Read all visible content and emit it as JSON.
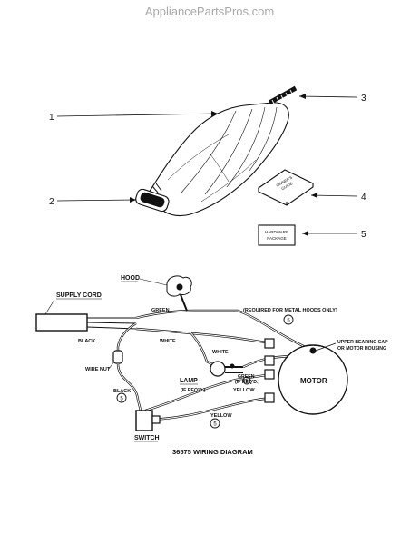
{
  "watermark": "AppliancePartsPros.com",
  "parts_diagram": {
    "callouts": [
      "1",
      "2",
      "3",
      "4",
      "5"
    ],
    "owners_guide_label": [
      "OWNER'S",
      "GUIDE"
    ],
    "hardware_package_label": [
      "HARDWARE",
      "PACKAGE"
    ]
  },
  "wiring_diagram": {
    "title": "36575 WIRING DIAGRAM",
    "labels": {
      "hood": "HOOD",
      "supply_cord": "SUPPLY CORD",
      "green": "GREEN",
      "required_note": "(REQUIRED FOR METAL HOODS ONLY)",
      "black": "BLACK",
      "white": "WHITE",
      "wire_nut": "WIRE NUT",
      "lamp": "LAMP",
      "if_reqd": "(IF REQ'D.)",
      "green_if_reqd": [
        "GREEN",
        "(IF REQ'D.)"
      ],
      "yellow": "YELLOW",
      "motor": "MOTOR",
      "upper_bearing": [
        "UPPER BEARING CAP",
        "OR MOTOR HOUSING"
      ],
      "switch": "SWITCH"
    },
    "circled_note": "5"
  }
}
